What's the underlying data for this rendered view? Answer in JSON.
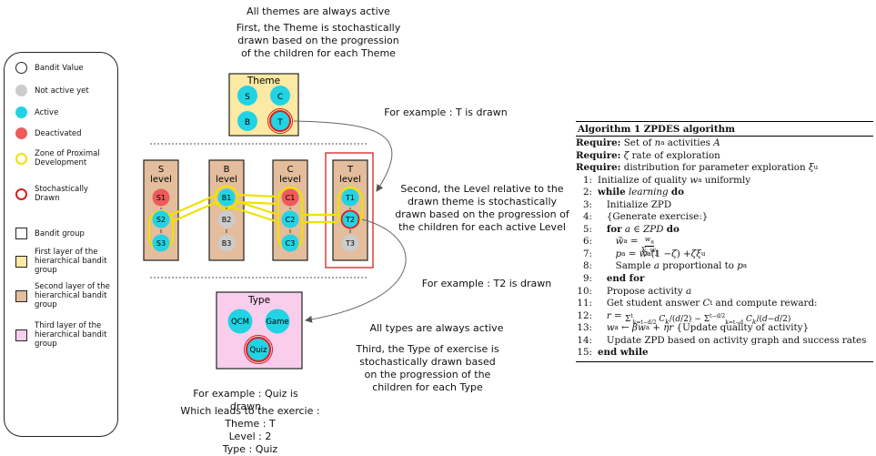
{
  "legend": {
    "items": [
      {
        "label": "Bandit Value",
        "symbol": "circle-white"
      },
      {
        "label": "Not active yet",
        "symbol": "circle-gray"
      },
      {
        "label": "Active",
        "symbol": "circle-cyan"
      },
      {
        "label": "Deactivated",
        "symbol": "circle-red"
      },
      {
        "label": "Zone of Proximal Development",
        "symbol": "ring-yellow"
      },
      {
        "label": "Stochastically Drawn",
        "symbol": "ring-red"
      },
      {
        "label": "Bandit group",
        "symbol": "square-white"
      },
      {
        "label": "First layer of the hierarchical bandit group",
        "symbol": "square-yellow"
      },
      {
        "label": "Second layer of the hierarchical bandit group",
        "symbol": "square-tan"
      },
      {
        "label": "Third layer of the hierarchical bandit group",
        "symbol": "square-pink"
      }
    ]
  },
  "colors": {
    "cyan": "#22d3e3",
    "gray": "#cccccc",
    "red": "#ef5a5a",
    "yellow": "#f0e200",
    "drawn_red": "#d81f1f",
    "first_layer": "#fbe9a4",
    "second_layer": "#e3bd9c",
    "third_layer": "#f8ceec"
  },
  "diagram": {
    "top_caption_1": "All themes are always active",
    "top_caption_2": [
      "First, the Theme is stochastically",
      "drawn based on the progression",
      "of the children for each Theme"
    ],
    "theme_box": {
      "title": "Theme",
      "nodes": [
        "S",
        "C",
        "B",
        "T"
      ]
    },
    "t_drawn": "For example : T is drawn",
    "levels": [
      {
        "title": [
          "S",
          "level"
        ],
        "nodes": [
          "S1",
          "S2",
          "S3"
        ]
      },
      {
        "title": [
          "B",
          "level"
        ],
        "nodes": [
          "B1",
          "B2",
          "B3"
        ]
      },
      {
        "title": [
          "C",
          "level"
        ],
        "nodes": [
          "C1",
          "C2",
          "C3"
        ]
      },
      {
        "title": [
          "T",
          "level"
        ],
        "nodes": [
          "T1",
          "T2",
          "T3"
        ]
      }
    ],
    "second_caption": [
      "Second, the Level relative to the",
      "drawn theme is stochastically",
      "drawn based on the progression of",
      "the children for each active Level"
    ],
    "t2_drawn": "For example : T2 is drawn",
    "type_box": {
      "title": "Type",
      "nodes": [
        "QCM",
        "Game",
        "Quiz"
      ]
    },
    "types_caption_1": "All types are always active",
    "types_caption_2": [
      "Third, the Type of exercise is",
      "stochastically drawn based",
      "on the progression of the",
      "children for each Type"
    ],
    "quiz_drawn": "For example : Quiz is drawn",
    "leads_to": [
      "Which leads to the exercie :",
      "Theme : T",
      "Level : 2",
      "Type : Quiz"
    ]
  },
  "algorithm": {
    "title": "Algorithm 1 ZPDES algorithm",
    "require_1": "Require: Set of n",
    "require_1_sub": "a",
    "require_1_rest": "activities A",
    "require_2": "Require: ζ rate of exploration",
    "require_3": "Require: distribution for parameter exploration ξ",
    "require_3_sub": "u",
    "lines": [
      "1: Initialize of quality w_a uniformly",
      "2: while learning do",
      "3: Initialize ZPD",
      "4: {Generate exercise:}",
      "5: for a ∈ ZPD do",
      "6: w̃_a = w_a / Σ_j w_j",
      "7: p_a = w̃_a(1 − ζ) + ζξ_u",
      "8: Sample a proportional to p_a",
      "9: end for",
      "10: Propose activity a",
      "11: Get student answer C_t and compute reward:",
      "12: r = Σ_{k=t−d/2}^{t} C_k/(d/2) − Σ_{k=t−d}^{t−d/2} C_k/(d−d/2)",
      "13: w_a ← βw_a + ηr {Update quality of activity}",
      "14: Update ZPD based on activity graph and success rates",
      "15: end while"
    ]
  }
}
